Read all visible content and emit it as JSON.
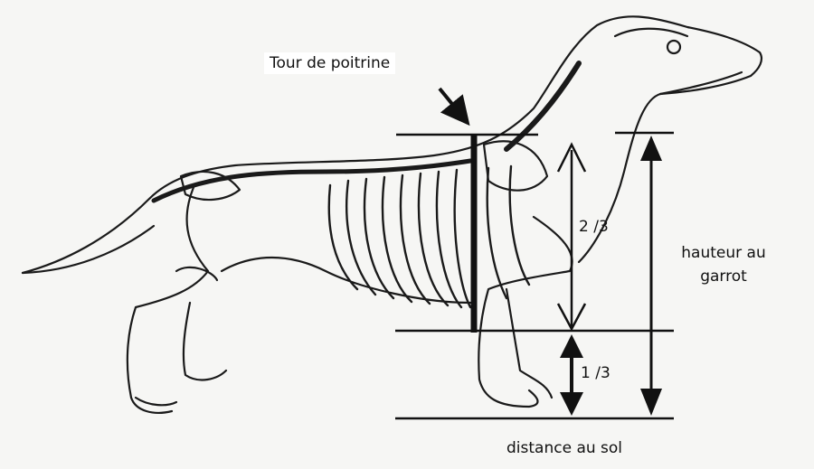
{
  "labels": {
    "chest_girth": "Tour de poitrine",
    "two_thirds": "2 /3",
    "one_third": "1 /3",
    "withers_height_line1": "hauteur au",
    "withers_height_line2": "garrot",
    "ground_clearance": "distance au sol"
  }
}
